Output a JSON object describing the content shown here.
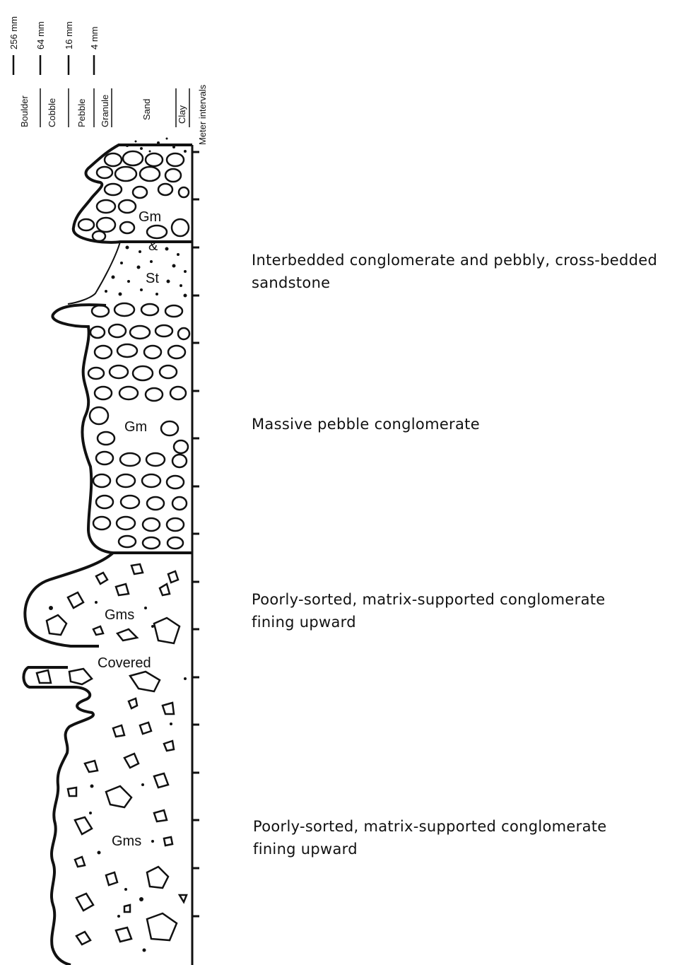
{
  "grain_size_scale": {
    "boundaries": [
      "256 mm",
      "64 mm",
      "16 mm",
      "4 mm"
    ],
    "classes": [
      "Boulder",
      "Cobble",
      "Pebble",
      "Granule",
      "Sand",
      "Clay"
    ],
    "axis_label": "Meter intervals"
  },
  "facies_codes": {
    "upper_gm": "Gm",
    "amp": "&",
    "st": "St",
    "middle_gm": "Gm",
    "upper_gms": "Gms",
    "covered": "Covered",
    "lower_gms": "Gms"
  },
  "descriptions": [
    {
      "line1": "Interbedded conglomerate and pebbly, cross-bedded",
      "line2": "sandstone"
    },
    {
      "line1": "Massive pebble conglomerate",
      "line2": ""
    },
    {
      "line1": "Poorly-sorted, matrix-supported conglomerate",
      "line2": "fining upward"
    },
    {
      "line1": "Poorly-sorted, matrix-supported conglomerate",
      "line2": "fining upward"
    }
  ],
  "colors": {
    "ink": "#111111",
    "paper": "#ffffff"
  }
}
